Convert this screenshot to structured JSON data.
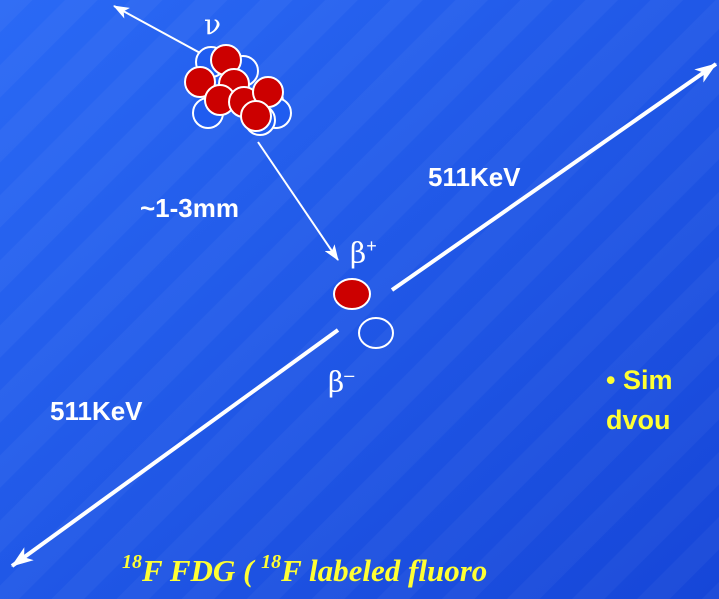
{
  "labels": {
    "neutrino": "ν",
    "distance": "~1-3mm",
    "energy_top": "511KeV",
    "energy_bottom": "511KeV",
    "beta_plus": "β",
    "beta_plus_sup": "+",
    "beta_minus": "β",
    "beta_minus_sup": "–"
  },
  "side_text": {
    "line1": "• Sim",
    "line2": "dvou"
  },
  "footer": {
    "sup1": "18",
    "part1": "F FDG ( ",
    "sup2": "18",
    "part2": "F labeled fluoro"
  },
  "colors": {
    "background": "#1f5cf0",
    "proton": "#cc0000",
    "neutron_outline": "#ffffff",
    "text_white": "#ffffff",
    "text_yellow": "#ffff33"
  },
  "icons": {
    "nucleus": "nucleus-icon",
    "positron": "positron-icon",
    "electron": "electron-icon"
  }
}
